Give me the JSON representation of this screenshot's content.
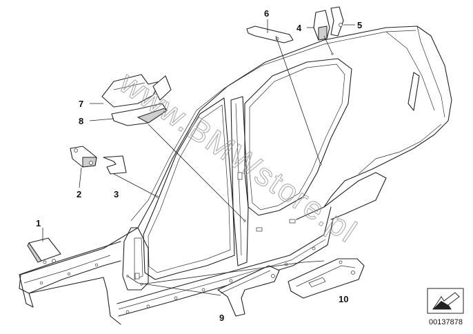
{
  "watermark": "www.BMWstore.pl",
  "diagram_number": "00137878",
  "callouts": [
    {
      "id": "1",
      "label": "1"
    },
    {
      "id": "2",
      "label": "2"
    },
    {
      "id": "3",
      "label": "3"
    },
    {
      "id": "4",
      "label": "4"
    },
    {
      "id": "5",
      "label": "5"
    },
    {
      "id": "6",
      "label": "6"
    },
    {
      "id": "7",
      "label": "7"
    },
    {
      "id": "8",
      "label": "8"
    },
    {
      "id": "9",
      "label": "9"
    },
    {
      "id": "10",
      "label": "10"
    }
  ]
}
